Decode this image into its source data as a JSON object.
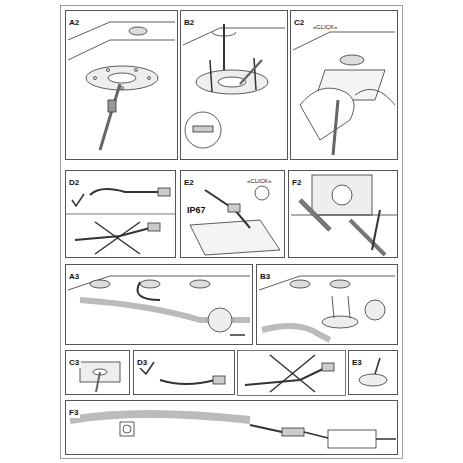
{
  "diagram": {
    "nodes": [
      {
        "text": [
          "A2"
        ]
      },
      {
        "text": [
          "B2"
        ]
      },
      {
        "text": [
          "C2"
        ]
      },
      {
        "text": [
          "D2"
        ]
      },
      {
        "text": [
          "E2"
        ]
      },
      {
        "text": [
          "F2"
        ]
      },
      {
        "text": [
          "A3"
        ]
      },
      {
        "text": [
          "B3"
        ]
      },
      {
        "text": [
          "C3"
        ]
      },
      {
        "text": [
          "D3"
        ]
      },
      {
        "text": [
          "E3"
        ]
      },
      {
        "text": [
          "F3"
        ]
      }
    ],
    "labels": [
      "«CLICK»",
      "IP67",
      "«CLICK»"
    ]
  }
}
